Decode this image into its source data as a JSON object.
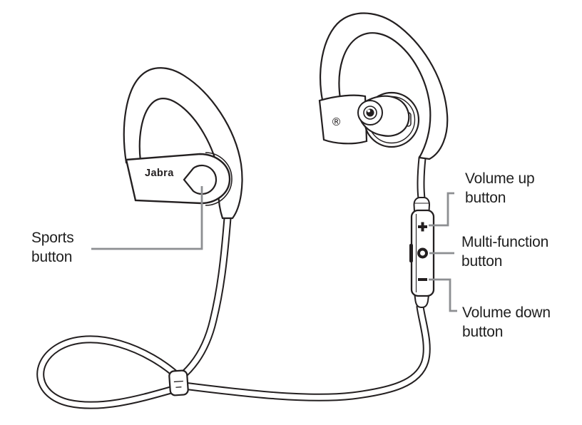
{
  "labels": {
    "sports_button": {
      "line1": "Sports",
      "line2": "button"
    },
    "volume_up": {
      "line1": "Volume up",
      "line2": "button"
    },
    "multi_function": {
      "line1": "Multi-function",
      "line2": "button"
    },
    "volume_down": {
      "line1": "Volume down",
      "line2": "button"
    }
  },
  "illustration": {
    "brand": "Jabra",
    "registered_mark": "®",
    "remote_buttons": [
      {
        "name": "volume-up-button",
        "glyph": "plus"
      },
      {
        "name": "multi-function-button",
        "glyph": "circle"
      },
      {
        "name": "volume-down-button",
        "glyph": "minus"
      }
    ],
    "parts": [
      "left-earbud-with-ear-hook",
      "right-earbud-with-ear-hook",
      "inline-remote",
      "cable-loop",
      "cable-fit-clip"
    ]
  },
  "colors": {
    "line": "#231f20",
    "leader_line": "#8d8f92",
    "text": "#1f1f1f",
    "background": "#ffffff"
  }
}
